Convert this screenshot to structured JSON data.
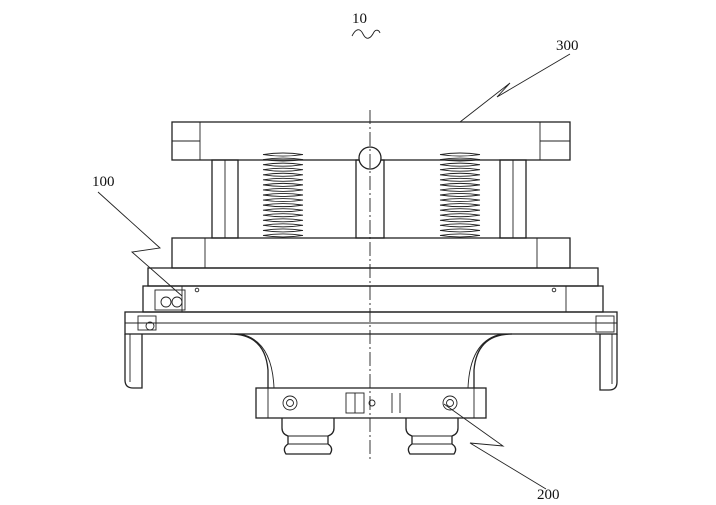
{
  "figure": {
    "title_numeral": "10",
    "labels": {
      "top_assembly": "300",
      "middle_assembly": "100",
      "bottom_assembly": "200"
    }
  }
}
